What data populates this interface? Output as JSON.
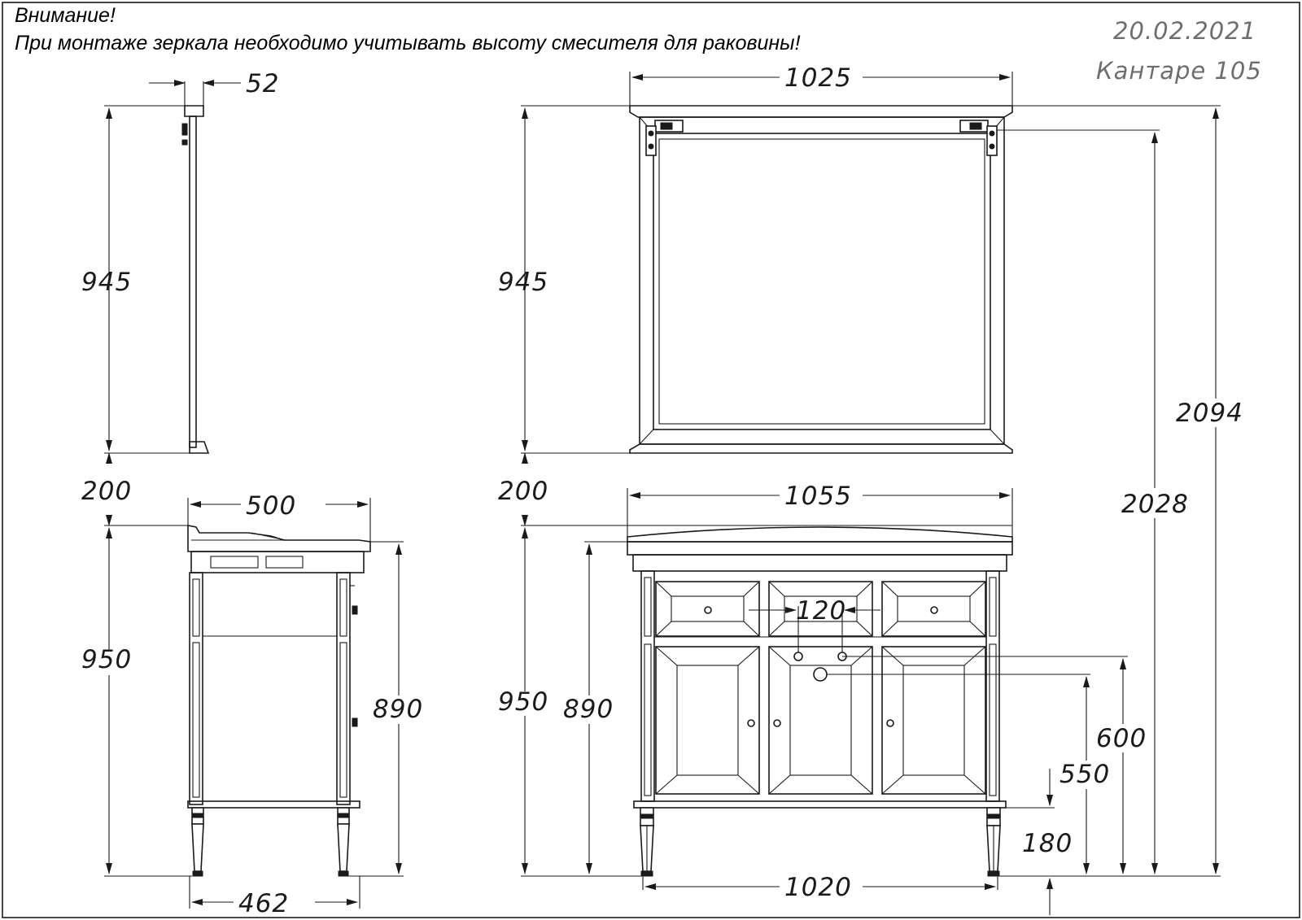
{
  "notice": {
    "title": "Внимание!",
    "text": "При монтаже зеркала необходимо учитывать высоту смесителя для раковины!"
  },
  "stamp": {
    "date": "20.02.2021",
    "model": "Кантаре 105"
  },
  "dimensions": {
    "mirror_depth": "52",
    "mirror_side_height": "945",
    "mirror_front_height": "945",
    "mirror_width": "1025",
    "gap_side": "200",
    "gap_front": "200",
    "vanity_depth_top": "500",
    "vanity_depth_bottom": "462",
    "vanity_side_height": "950",
    "vanity_side_body_height": "890",
    "vanity_front_height": "950",
    "vanity_front_body_height": "890",
    "vanity_top_width": "1055",
    "vanity_bottom_width": "1020",
    "faucet_spacing": "120",
    "total_height": "2094",
    "mirror_mount_height": "2028",
    "pipe_height_1": "600",
    "pipe_height_2": "550",
    "drain_height": "180"
  },
  "colors": {
    "line": "#1a1a1a",
    "stamp_text": "#6e6e6e"
  }
}
